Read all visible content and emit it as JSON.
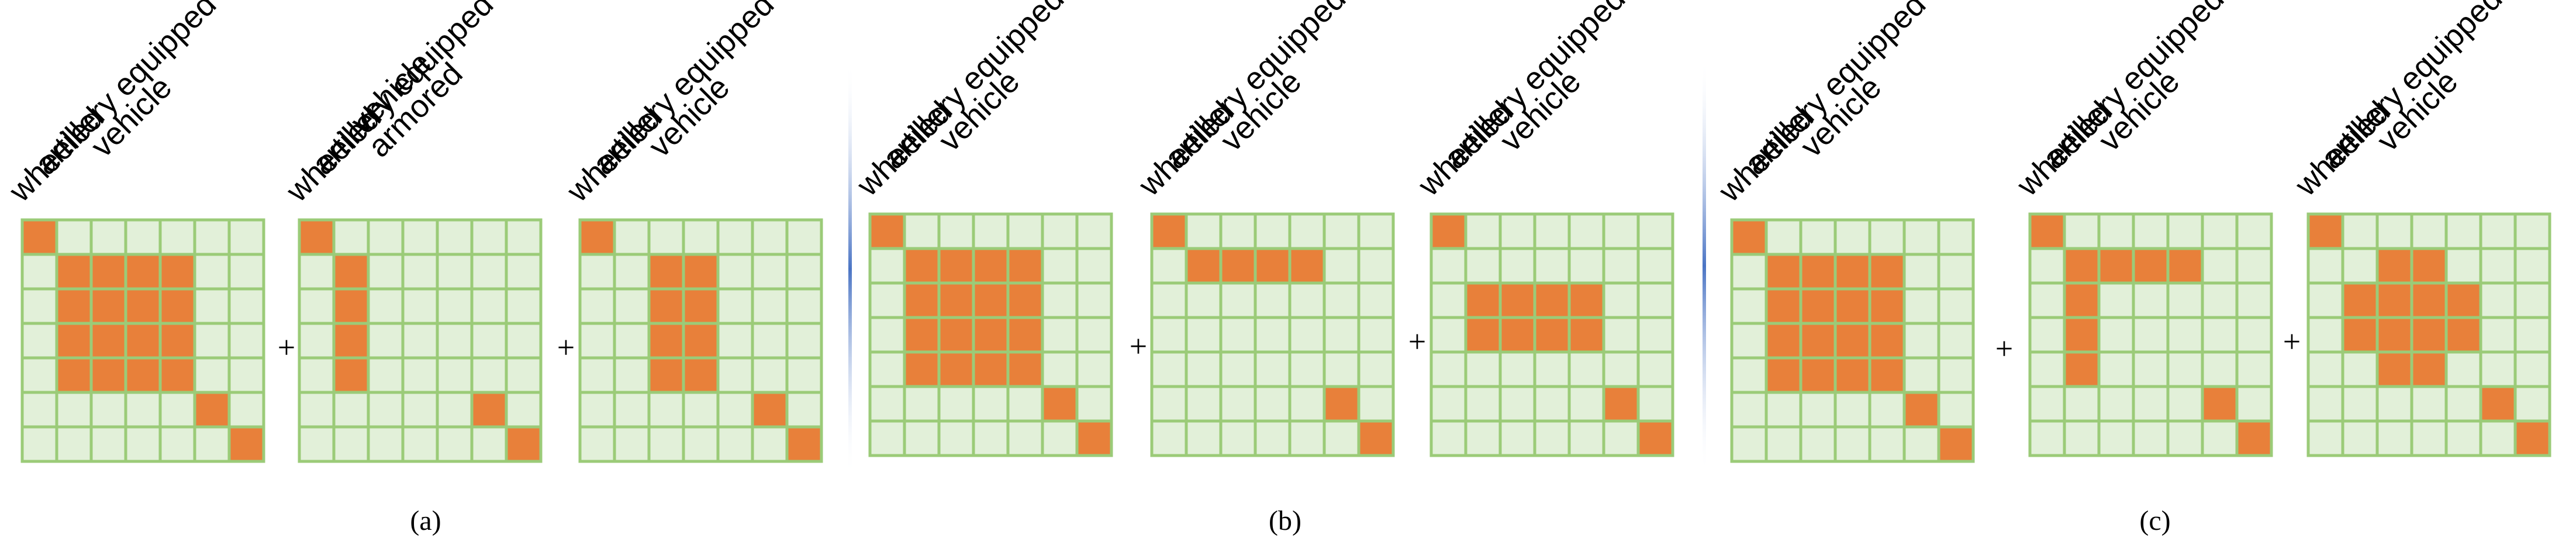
{
  "colors": {
    "cell": "#E2F0D9",
    "filled": "#E8803A",
    "grid": "#9BCB78",
    "divider": "#4A74C4"
  },
  "plus_sign": "+",
  "panels": [
    {
      "caption": "(a)",
      "matrices": [
        {
          "words": [
            "wheeled",
            "artillery equipped",
            "vehicle"
          ],
          "filled": [
            [
              0,
              0
            ],
            [
              1,
              1
            ],
            [
              1,
              2
            ],
            [
              1,
              3
            ],
            [
              1,
              4
            ],
            [
              2,
              1
            ],
            [
              2,
              2
            ],
            [
              2,
              3
            ],
            [
              2,
              4
            ],
            [
              3,
              1
            ],
            [
              3,
              2
            ],
            [
              3,
              3
            ],
            [
              3,
              4
            ],
            [
              4,
              1
            ],
            [
              4,
              2
            ],
            [
              4,
              3
            ],
            [
              4,
              4
            ],
            [
              5,
              5
            ],
            [
              6,
              6
            ]
          ]
        },
        {
          "words": [
            "wheeled",
            "artillery equipped",
            "armored",
            "vehicle"
          ],
          "filled": [
            [
              0,
              0
            ],
            [
              1,
              1
            ],
            [
              2,
              1
            ],
            [
              3,
              1
            ],
            [
              4,
              1
            ],
            [
              5,
              5
            ],
            [
              6,
              6
            ]
          ]
        },
        {
          "words": [
            "wheeled",
            "artillery equipped",
            "vehicle"
          ],
          "filled": [
            [
              0,
              0
            ],
            [
              1,
              2
            ],
            [
              1,
              3
            ],
            [
              2,
              2
            ],
            [
              2,
              3
            ],
            [
              3,
              2
            ],
            [
              3,
              3
            ],
            [
              4,
              2
            ],
            [
              4,
              3
            ],
            [
              5,
              5
            ],
            [
              6,
              6
            ]
          ]
        }
      ]
    },
    {
      "caption": "(b)",
      "matrices": [
        {
          "words": [
            "wheeled",
            "artillery equipped",
            "vehicle"
          ],
          "filled": [
            [
              0,
              0
            ],
            [
              1,
              1
            ],
            [
              1,
              2
            ],
            [
              1,
              3
            ],
            [
              1,
              4
            ],
            [
              2,
              1
            ],
            [
              2,
              2
            ],
            [
              2,
              3
            ],
            [
              2,
              4
            ],
            [
              3,
              1
            ],
            [
              3,
              2
            ],
            [
              3,
              3
            ],
            [
              3,
              4
            ],
            [
              4,
              1
            ],
            [
              4,
              2
            ],
            [
              4,
              3
            ],
            [
              4,
              4
            ],
            [
              5,
              5
            ],
            [
              6,
              6
            ]
          ]
        },
        {
          "words": [
            "wheeled",
            "artillery equipped",
            "vehicle"
          ],
          "filled": [
            [
              0,
              0
            ],
            [
              1,
              1
            ],
            [
              1,
              2
            ],
            [
              1,
              3
            ],
            [
              1,
              4
            ],
            [
              5,
              5
            ],
            [
              6,
              6
            ]
          ]
        },
        {
          "words": [
            "wheeled",
            "artillery equipped",
            "vehicle"
          ],
          "filled": [
            [
              0,
              0
            ],
            [
              2,
              1
            ],
            [
              2,
              2
            ],
            [
              2,
              3
            ],
            [
              2,
              4
            ],
            [
              3,
              1
            ],
            [
              3,
              2
            ],
            [
              3,
              3
            ],
            [
              3,
              4
            ],
            [
              5,
              5
            ],
            [
              6,
              6
            ]
          ]
        }
      ]
    },
    {
      "caption": "(c)",
      "matrices": [
        {
          "words": [
            "wheeled",
            "artillery equipped",
            "vehicle"
          ],
          "filled": [
            [
              0,
              0
            ],
            [
              1,
              1
            ],
            [
              1,
              2
            ],
            [
              1,
              3
            ],
            [
              1,
              4
            ],
            [
              2,
              1
            ],
            [
              2,
              2
            ],
            [
              2,
              3
            ],
            [
              2,
              4
            ],
            [
              3,
              1
            ],
            [
              3,
              2
            ],
            [
              3,
              3
            ],
            [
              3,
              4
            ],
            [
              4,
              1
            ],
            [
              4,
              2
            ],
            [
              4,
              3
            ],
            [
              4,
              4
            ],
            [
              5,
              5
            ],
            [
              6,
              6
            ]
          ]
        },
        {
          "words": [
            "wheeled",
            "artillery equipped",
            "vehicle"
          ],
          "filled": [
            [
              0,
              0
            ],
            [
              1,
              1
            ],
            [
              1,
              2
            ],
            [
              1,
              3
            ],
            [
              1,
              4
            ],
            [
              2,
              1
            ],
            [
              3,
              1
            ],
            [
              4,
              1
            ],
            [
              5,
              5
            ],
            [
              6,
              6
            ]
          ]
        },
        {
          "words": [
            "wheeled",
            "artillery equipped",
            "vehicle"
          ],
          "filled": [
            [
              0,
              0
            ],
            [
              1,
              2
            ],
            [
              1,
              3
            ],
            [
              2,
              1
            ],
            [
              2,
              2
            ],
            [
              2,
              3
            ],
            [
              2,
              4
            ],
            [
              3,
              1
            ],
            [
              3,
              2
            ],
            [
              3,
              3
            ],
            [
              3,
              4
            ],
            [
              4,
              2
            ],
            [
              4,
              3
            ],
            [
              5,
              5
            ],
            [
              6,
              6
            ]
          ]
        }
      ]
    }
  ]
}
